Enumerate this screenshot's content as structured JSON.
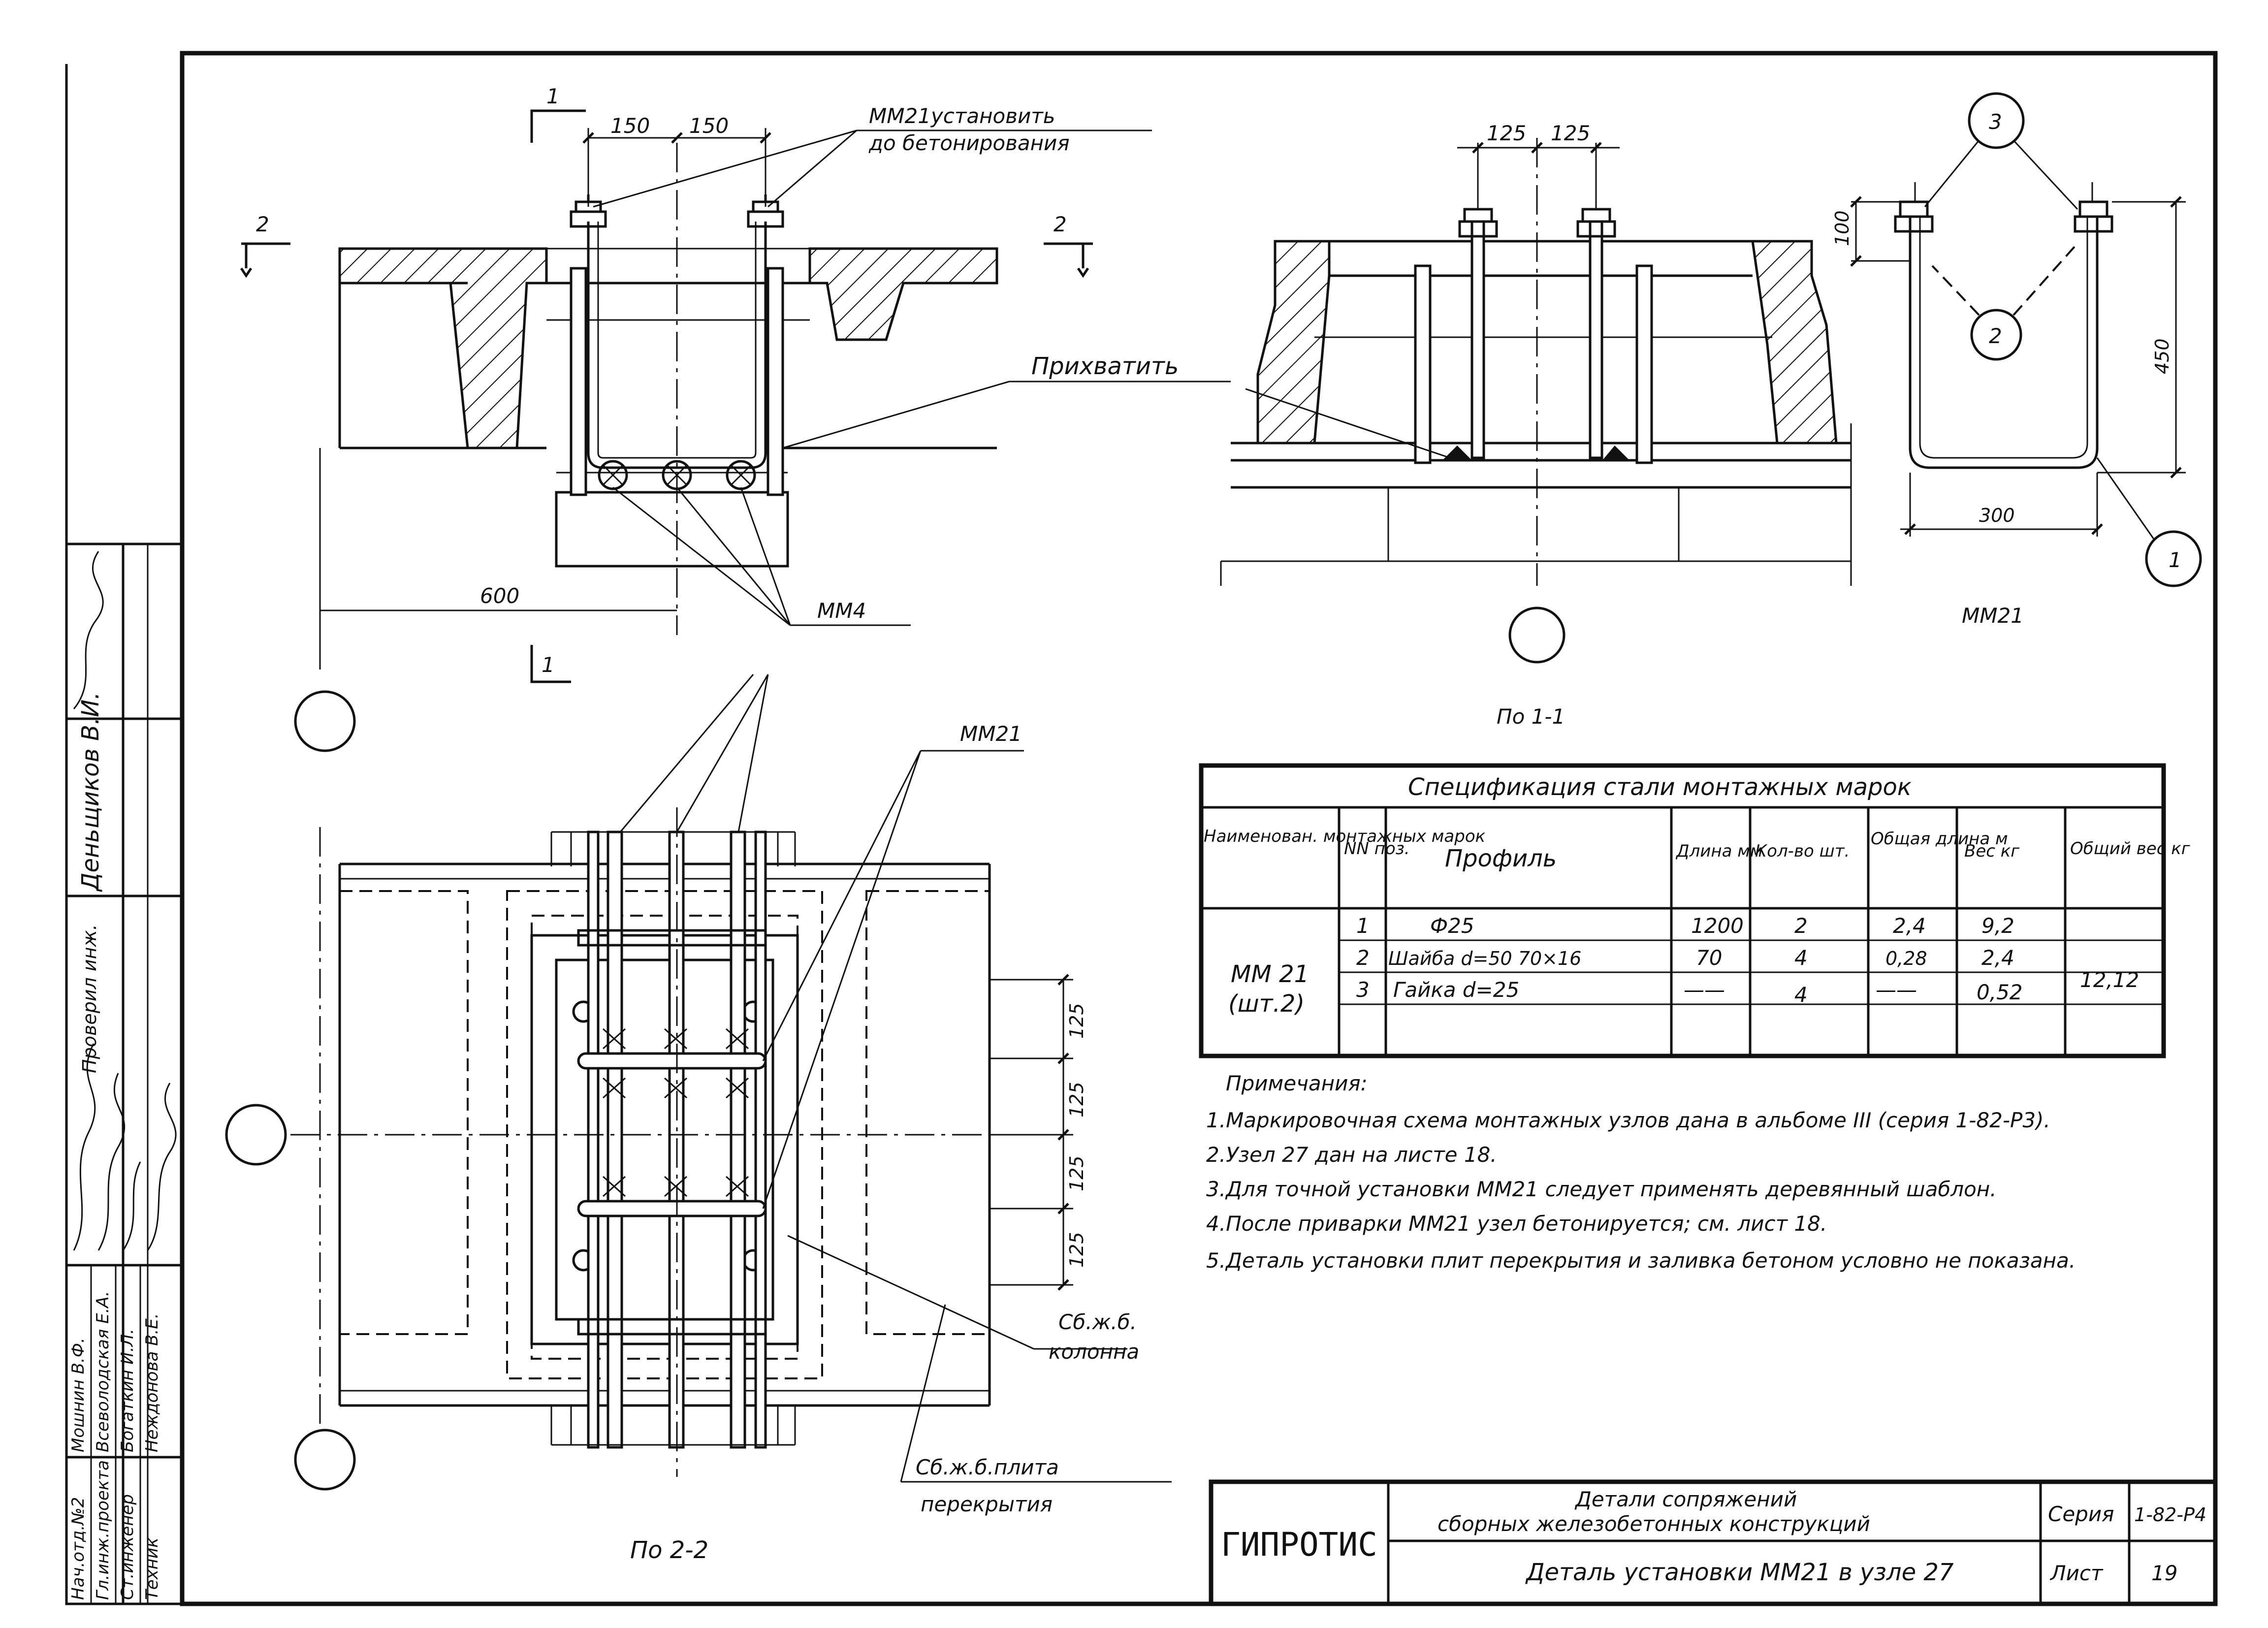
{
  "section_1_1": {
    "dim_left": "150",
    "dim_right": "150",
    "dim_width": "600",
    "note_install": "ММ21установить",
    "note_install_2": "до бетонирования",
    "label_weld": "Прихватить",
    "label_mark": "ММ4",
    "cut_label": "1",
    "cut_label_bottom": "1",
    "section_mark_left": "2",
    "section_mark_right": "2"
  },
  "section_1_1_right": {
    "dim_left": "125",
    "dim_right": "125",
    "caption": "По 1-1"
  },
  "mm21_detail": {
    "pos_3": "3",
    "pos_2": "2",
    "pos_1": "1",
    "dim_100": "100",
    "dim_450": "450",
    "dim_300": "300",
    "caption": "ММ21"
  },
  "section_2_2": {
    "label_mm21": "ММ21",
    "dims": [
      "125",
      "125",
      "125",
      "125"
    ],
    "label_column": "Сб.ж.б.",
    "label_column_2": "колонна",
    "label_slab": "Сб.ж.б.плита",
    "label_slab_2": "перекрытия",
    "caption": "По 2-2"
  },
  "spec_table": {
    "title": "Спецификация стали монтажных марок",
    "headers": [
      "Наименован. монтажных марок",
      "NN поз.",
      "Профиль",
      "Длина мм",
      "Кол-во шт.",
      "Общая длина м",
      "Вес кг",
      "Общий вес кг"
    ],
    "mark": "ММ 21",
    "mark_qty": "(шт.2)",
    "total_weight": "12,12",
    "rows": [
      {
        "pos": "1",
        "profile": "Ф25",
        "length": "1200",
        "qty": "2",
        "total_len": "2,4",
        "weight": "9,2"
      },
      {
        "pos": "2",
        "profile": "Шайба d=50 70×16",
        "length": "70",
        "qty": "4",
        "total_len": "0,28",
        "weight": "2,4"
      },
      {
        "pos": "3",
        "profile": "Гайка d=25",
        "length": "——",
        "qty": "4",
        "total_len": "——",
        "weight": "0,52"
      }
    ]
  },
  "notes": {
    "title": "Примечания:",
    "items": [
      "1.Маркировочная схема монтажных узлов дана в альбоме III (серия 1-82-Р3).",
      "2.Узел 27 дан на листе 18.",
      "3.Для точной установки ММ21 следует применять деревянный шаблон.",
      "4.После приварки ММ21 узел бетонируется; см. лист 18.",
      "5.Деталь установки плит перекрытия и заливка бетоном условно не показана."
    ]
  },
  "title_block": {
    "org": "ГИПРОТИС",
    "title_1": "Детали сопряжений",
    "title_2": "сборных железобетонных конструкций",
    "subtitle": "Деталь установки ММ21 в узле 27",
    "series_label": "Серия",
    "series_value": "1-82-Р4",
    "sheet_label": "Лист",
    "sheet_value": "19"
  },
  "signatures": {
    "roles": [
      "Нач.отд.№2",
      "Гл.инж.проекта",
      "Ст.инженер",
      "Техник"
    ],
    "names": [
      "Мошнин В.Ф.",
      "Всеволодская Е.А.",
      "Богаткин И.Л.",
      "Неждонова В.Е."
    ],
    "checked_label": "Проверил инж.",
    "checked_name": "Деньщиков В.И."
  }
}
